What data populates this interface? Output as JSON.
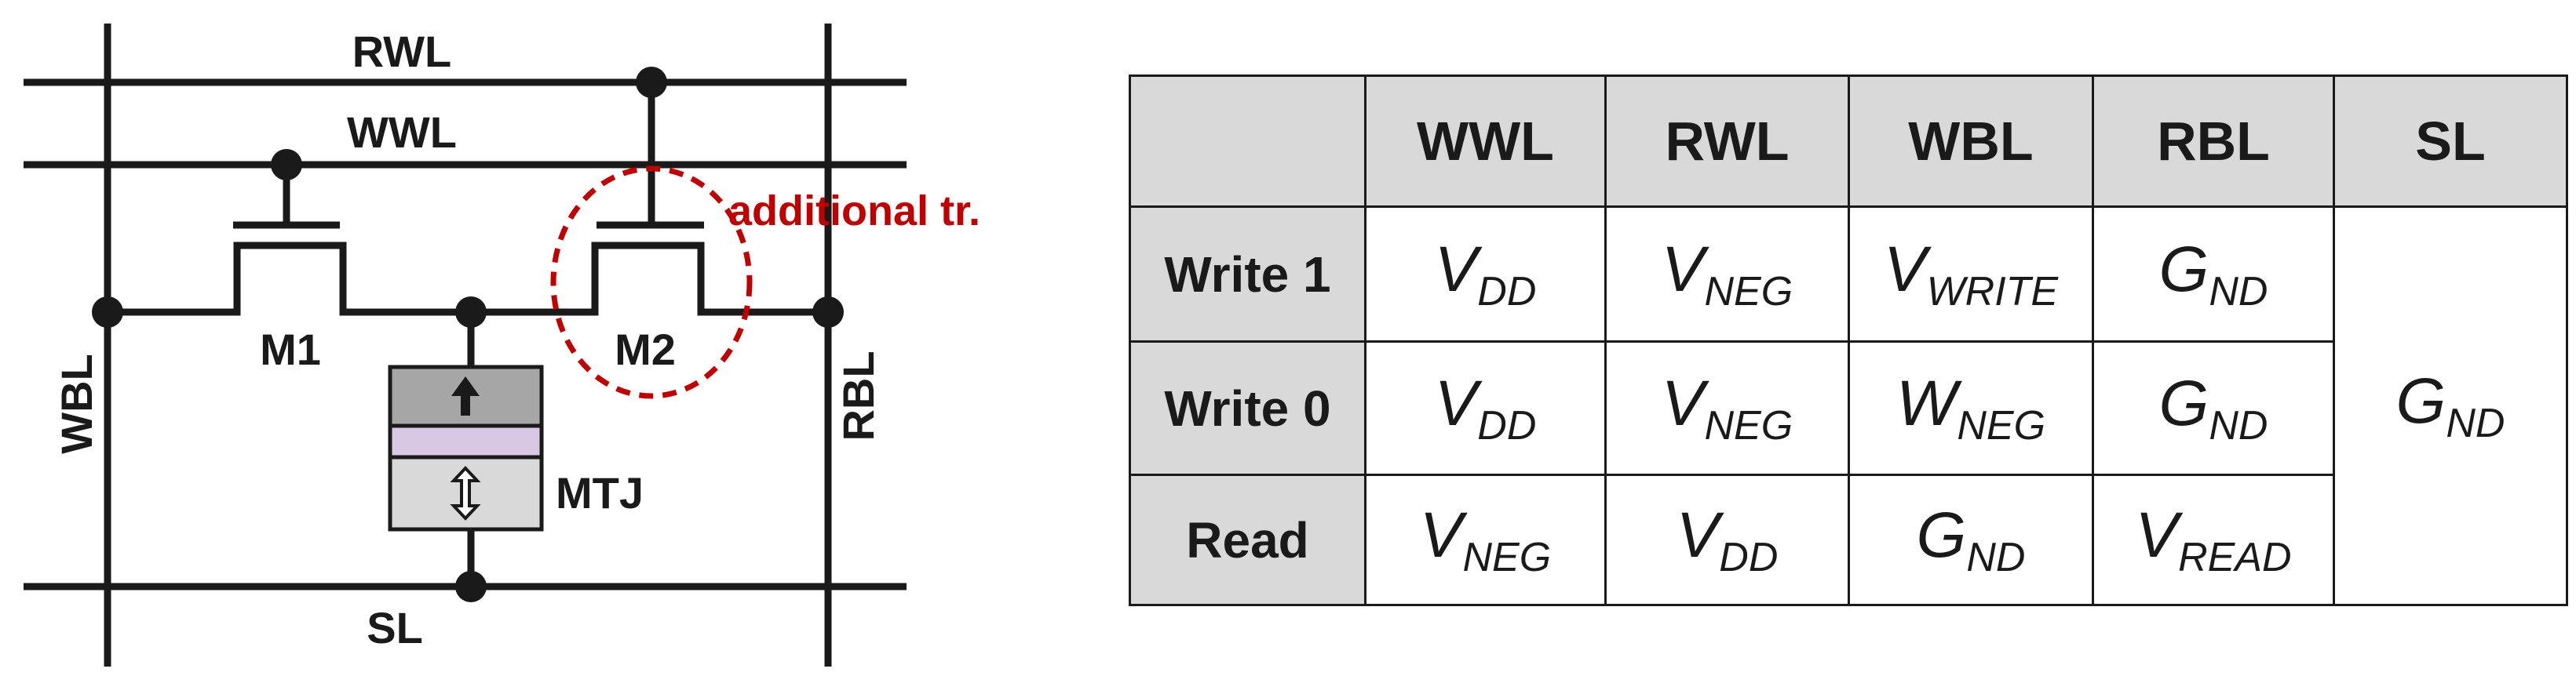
{
  "circuit": {
    "lines": {
      "rwl": "RWL",
      "wwl": "WWL",
      "wbl": "WBL",
      "rbl": "RBL",
      "sl": "SL"
    },
    "transistors": {
      "m1": "M1",
      "m2": "M2"
    },
    "mtj": "MTJ",
    "annotation": "additional tr.",
    "colors": {
      "wire": "#1a1a1a",
      "annotation": "#c00000",
      "mtj_layer": "#a6a6a6",
      "mtj_barrier": "#d9c8e3",
      "mtj_free": "#d9d9d9"
    }
  },
  "table": {
    "headers": [
      "",
      "WWL",
      "RWL",
      "WBL",
      "RBL",
      "SL"
    ],
    "rows": [
      {
        "label": "Write 1",
        "cells": [
          {
            "base": "V",
            "sub": "DD"
          },
          {
            "base": "V",
            "sub": "NEG"
          },
          {
            "base": "V",
            "sub": "WRITE"
          },
          {
            "base": "G",
            "sub": "ND"
          }
        ]
      },
      {
        "label": "Write 0",
        "cells": [
          {
            "base": "V",
            "sub": "DD"
          },
          {
            "base": "V",
            "sub": "NEG"
          },
          {
            "base": "W",
            "sub": "NEG"
          },
          {
            "base": "G",
            "sub": "ND"
          }
        ]
      },
      {
        "label": "Read",
        "cells": [
          {
            "base": "V",
            "sub": "NEG"
          },
          {
            "base": "V",
            "sub": "DD"
          },
          {
            "base": "G",
            "sub": "ND"
          },
          {
            "base": "V",
            "sub": "READ"
          }
        ]
      }
    ],
    "sl_merged": {
      "base": "G",
      "sub": "ND"
    },
    "colors": {
      "header_bg": "#d9d9d9",
      "border": "#1a1a1a"
    }
  }
}
